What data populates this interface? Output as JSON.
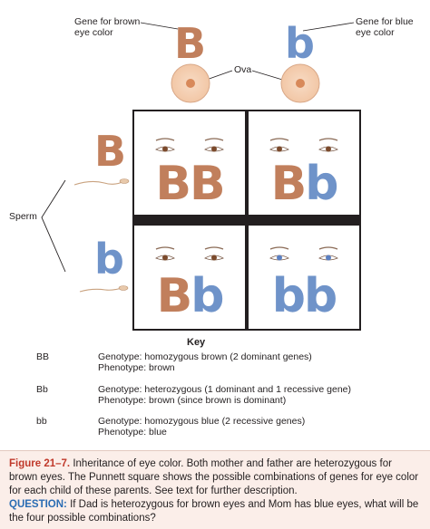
{
  "labels": {
    "gene_brown": "Gene for brown eye color",
    "gene_blue": "Gene for blue eye color",
    "ova": "Ova",
    "sperm": "Sperm"
  },
  "alleles": {
    "mother_left": "B",
    "mother_right": "b",
    "father_top": "B",
    "father_bottom": "b"
  },
  "punnett": {
    "cells": [
      {
        "a": "B",
        "b": "B",
        "eye": "brown"
      },
      {
        "a": "B",
        "b": "b",
        "eye": "brown"
      },
      {
        "a": "B",
        "b": "b",
        "eye": "brown"
      },
      {
        "a": "b",
        "b": "b",
        "eye": "blue"
      }
    ]
  },
  "key": {
    "title": "Key",
    "rows": [
      {
        "code": "BB",
        "genotype": "Genotype: homozygous brown (2 dominant genes)",
        "phenotype": "Phenotype: brown"
      },
      {
        "code": "Bb",
        "genotype": "Genotype: heterozygous (1 dominant and 1 recessive gene)",
        "phenotype": "Phenotype: brown (since brown is dominant)"
      },
      {
        "code": "bb",
        "genotype": "Genotype: homozygous blue (2 recessive genes)",
        "phenotype": "Phenotype: blue"
      }
    ]
  },
  "caption": {
    "figure_label": "Figure 21–7.",
    "figure_text": "Inheritance of eye color. Both mother and father are heterozygous for brown eyes. The Punnett square shows the possible combinations of genes for eye color for each child of these parents. See text for further description.",
    "question_label": "QUESTION:",
    "question_text": "If Dad is heterozygous for brown eyes and Mom has blue eyes, what will be the four possible combinations?"
  },
  "colors": {
    "brown_allele": "#c17f5c",
    "blue_allele": "#6f93c9",
    "grid_border": "#231f20",
    "figure_label": "#c0392b",
    "question_label": "#2a6cb3",
    "caption_bg": "#fbeee9"
  }
}
